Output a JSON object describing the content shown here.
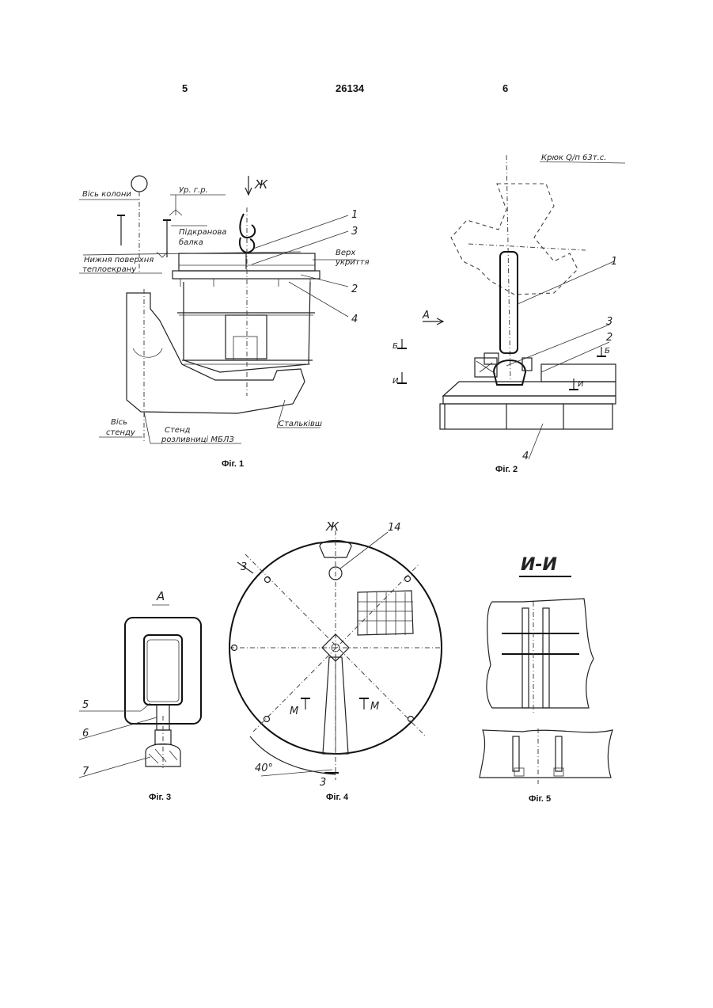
{
  "header": {
    "page_left": "5",
    "patent_number": "26134",
    "page_right": "6"
  },
  "fig1": {
    "caption": "Фіг. 1",
    "arrow_label": "Ж",
    "labels": {
      "column_axis": "Вісь колони",
      "level": "Ур. г.р.",
      "crane_beam_1": "Підкранова",
      "crane_beam_2": "балка",
      "heat_screen_1": "Нижня поверхня",
      "heat_screen_2": "теплоекрану",
      "cover_top_1": "Верх",
      "cover_top_2": "укриття",
      "stand_axis_1": "Вісь",
      "stand_axis_2": "стенду",
      "stand_1": "Стенд",
      "stand_2": "розливниці МБЛЗ",
      "ladle": "Стальківш"
    },
    "callouts": [
      "1",
      "3",
      "2",
      "4"
    ]
  },
  "fig2": {
    "caption": "Фіг. 2",
    "labels": {
      "hook": "Крюк  Q/п 63т.с.",
      "view_a": "А",
      "sec_b_left": "Б",
      "sec_b_right": "Б",
      "sec_i_left": "И",
      "sec_i_right": "И"
    },
    "callouts": [
      "1",
      "3",
      "2",
      "4"
    ]
  },
  "fig3": {
    "caption": "Фіг. 3",
    "view_label": "А",
    "callouts": [
      "5",
      "6",
      "7"
    ]
  },
  "fig4": {
    "caption": "Фіг. 4",
    "view_label": "Ж",
    "callout": "14",
    "sec_z_top": "3",
    "sec_z_bottom": "3",
    "sec_m_left": "М",
    "sec_m_right": "М",
    "angle": "40°"
  },
  "fig5": {
    "caption": "Фіг. 5",
    "section_title": "И-И"
  }
}
